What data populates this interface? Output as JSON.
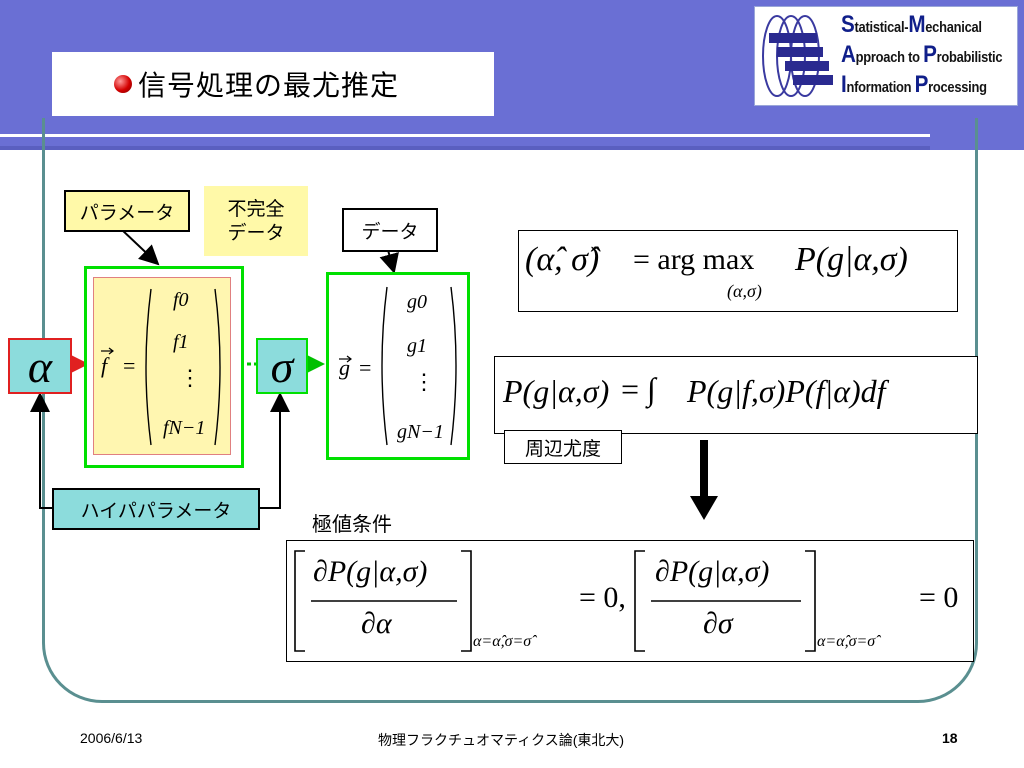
{
  "header": {
    "title": "信号処理の最尤推定",
    "logo_lines": [
      {
        "cap1": "S",
        "rest1": "tatistical-",
        "cap2": "M",
        "rest2": "echanical"
      },
      {
        "cap1": "A",
        "rest1": "pproach to ",
        "cap2": "P",
        "rest2": "robabilistic"
      },
      {
        "cap1": "I",
        "rest1": "nformation ",
        "cap2": "P",
        "rest2": "rocessing"
      }
    ]
  },
  "diagram": {
    "parameter_label": "パラメータ",
    "incomplete_label_1": "不完全",
    "incomplete_label_2": "データ",
    "data_label": "データ",
    "hyperparameter_label": "ハイパパラメータ",
    "alpha_symbol": "α",
    "sigma_symbol": "σ",
    "f_vector": {
      "lhs": "f",
      "eq": "=",
      "entries": [
        "f0",
        "f1",
        "⋮",
        "fN−1"
      ]
    },
    "g_vector": {
      "lhs": "g",
      "eq": "=",
      "entries": [
        "g0",
        "g1",
        "⋮",
        "gN−1"
      ]
    },
    "marginal_likelihood_label": "周辺尤度",
    "extremum_label": "極値条件"
  },
  "formulas": {
    "argmax_lhs": "(α̂, σ̂)",
    "argmax_eq": "= arg max",
    "argmax_sub": "(α,σ)",
    "argmax_rhs": "P(g|α,σ)",
    "marginal_lhs": "P(g|α,σ)",
    "marginal_eq": "= ∫",
    "marginal_rhs": "P(g|f,σ)P(f|α)df",
    "cond_num_1": "∂P(g|α,σ)",
    "cond_den_1": "∂α",
    "cond_sub_1": "α=α̂,σ=σ̂",
    "cond_eq_1": "= 0,",
    "cond_num_2": "∂P(g|α,σ)",
    "cond_den_2": "∂σ",
    "cond_sub_2": "α=α̂,σ=σ̂",
    "cond_eq_2": "= 0"
  },
  "footer": {
    "date": "2006/6/13",
    "center": "物理フラクチュオマティクス論(東北大)",
    "page": "18"
  },
  "colors": {
    "band": "#6a6fd4",
    "frame": "#5a8f90",
    "green_box": "#00e000",
    "alpha_border": "#e02020",
    "yellow": "#fff9a8",
    "cyan": "#8cdcdc"
  }
}
